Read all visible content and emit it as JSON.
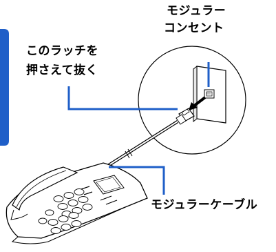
{
  "labels": {
    "modular_jack_line1": "モジュラー",
    "modular_jack_line2": "コンセント",
    "latch_line1": "このラッチを",
    "latch_line2": "押さえて抜く",
    "modular_cable": "モジュラーケーブル"
  },
  "colors": {
    "callout_line": "#1f5fc8",
    "side_tab": "#1f5fc8",
    "outline": "#000000",
    "background": "#ffffff"
  }
}
